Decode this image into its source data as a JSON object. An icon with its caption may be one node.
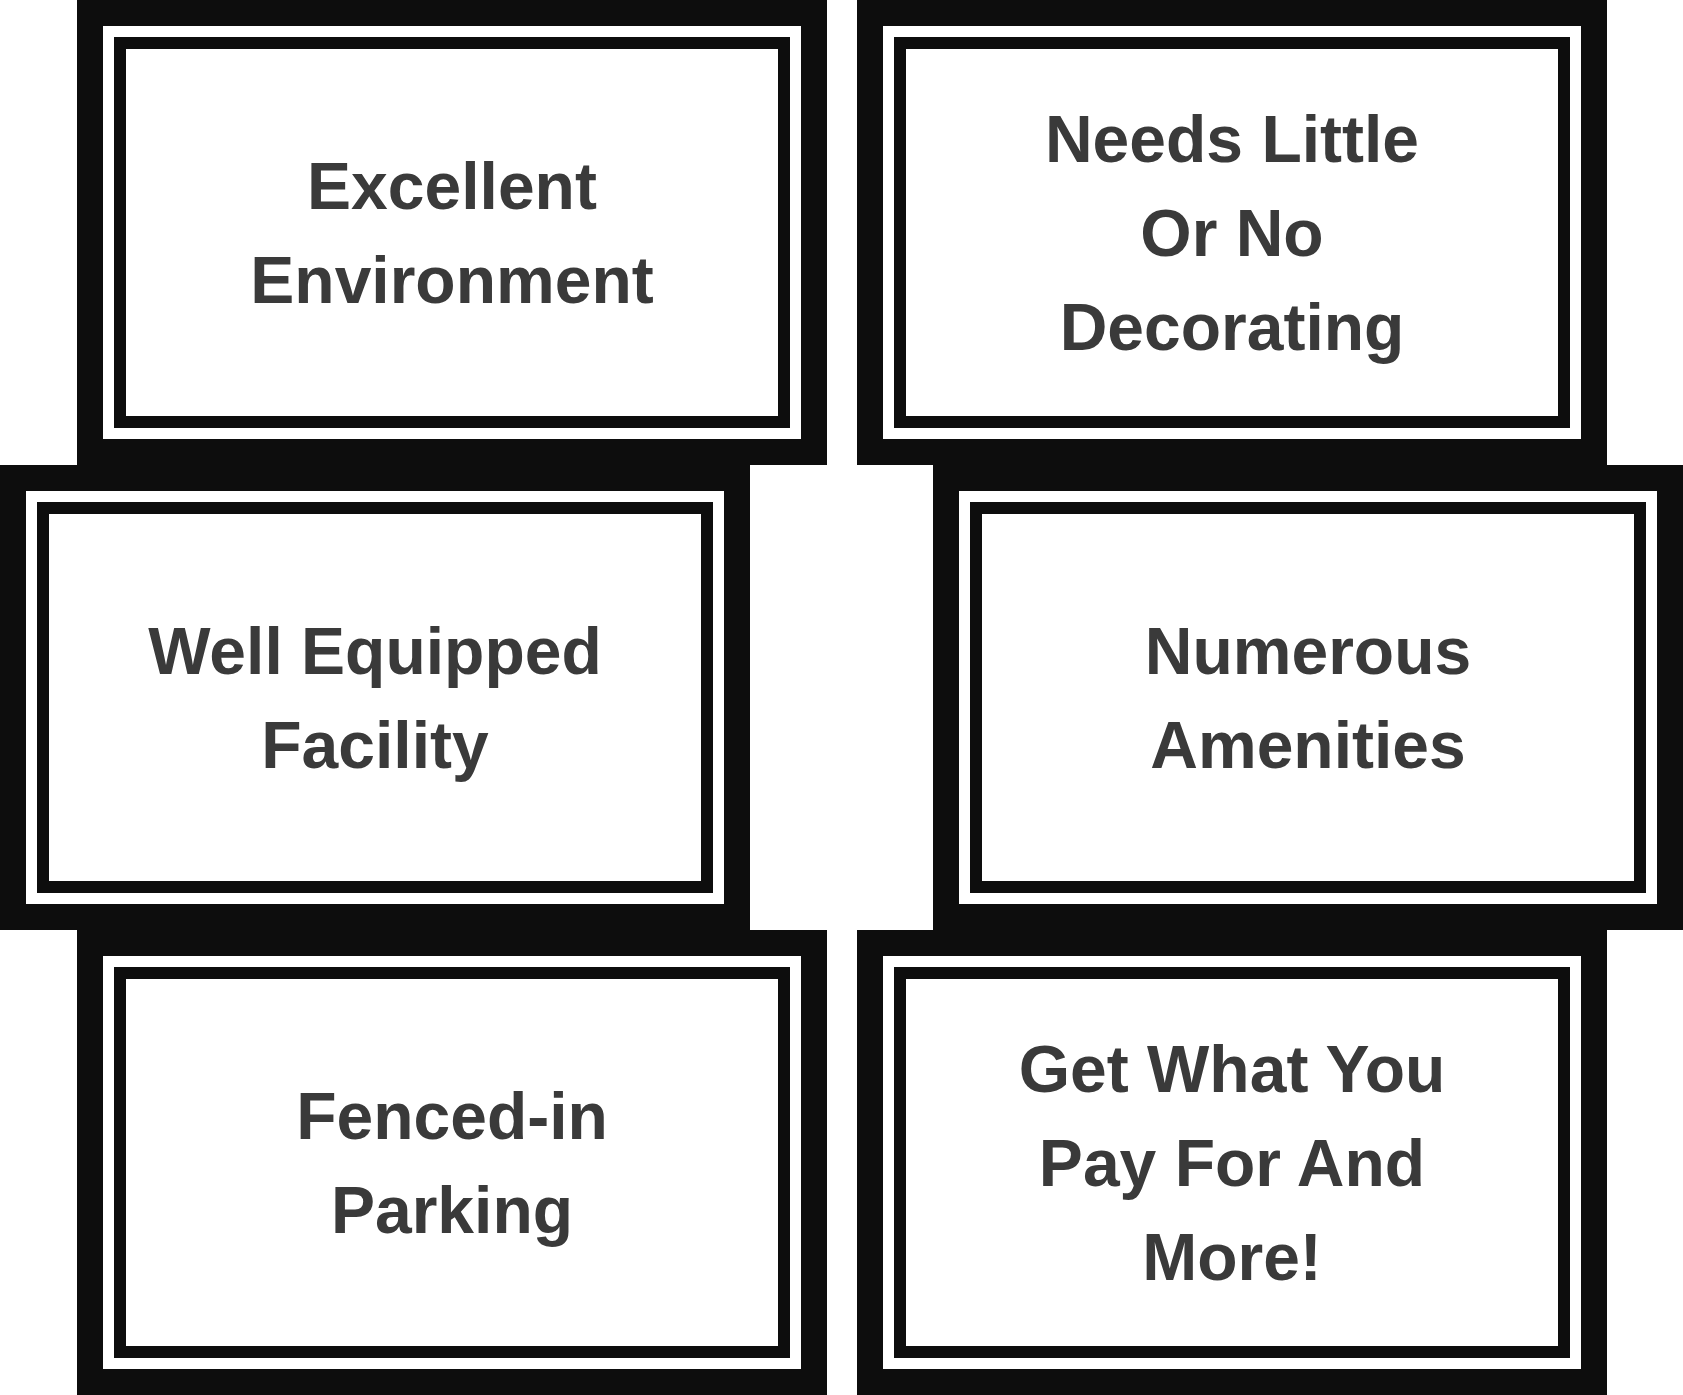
{
  "diagram": {
    "nodes": [
      {
        "text": [
          "Excellent Environment"
        ]
      },
      {
        "text": [
          "Needs Little Or No Decorating"
        ]
      },
      {
        "text": [
          "Well Equipped Facility"
        ]
      },
      {
        "text": [
          "Numerous Amenities"
        ]
      },
      {
        "text": [
          "Fenced-in Parking"
        ]
      },
      {
        "text": [
          "Get What You Pay For And More!"
        ]
      }
    ]
  }
}
